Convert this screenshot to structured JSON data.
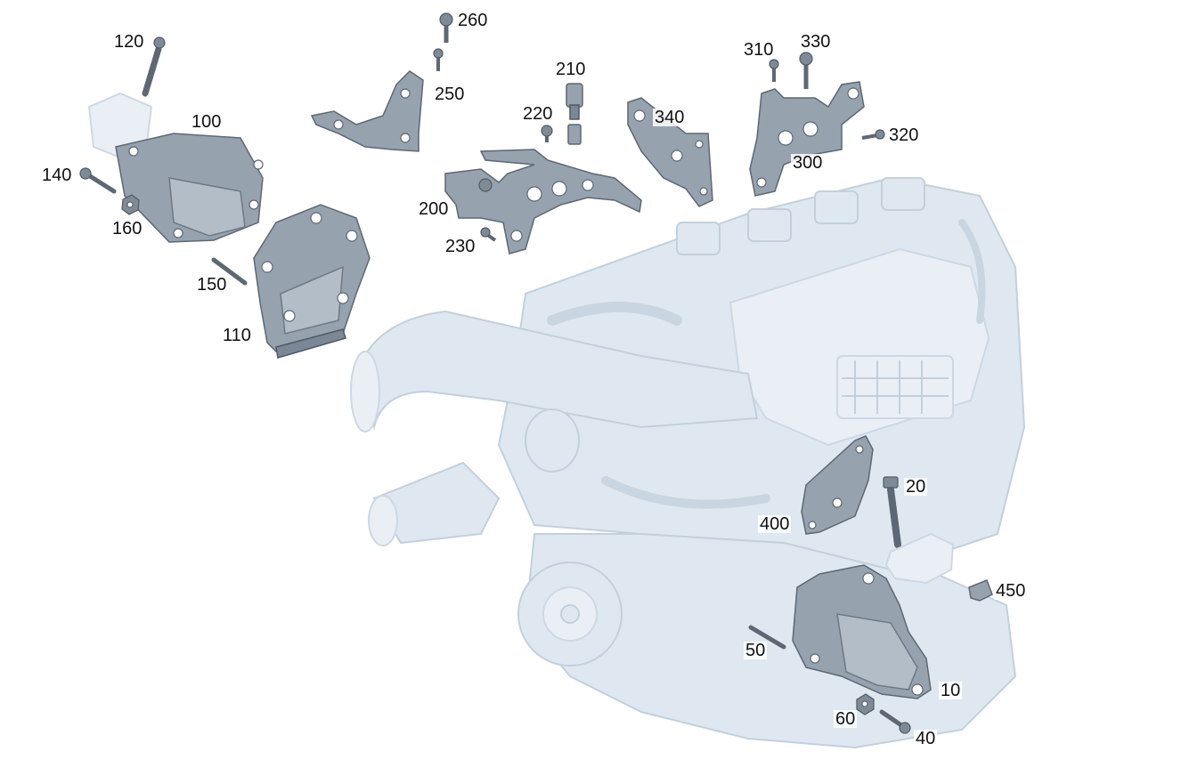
{
  "callouts": {
    "c10": "10",
    "c20": "20",
    "c40": "40",
    "c50": "50",
    "c60": "60",
    "c100": "100",
    "c110": "110",
    "c120": "120",
    "c140": "140",
    "c150": "150",
    "c160": "160",
    "c200": "200",
    "c210": "210",
    "c220": "220",
    "c230": "230",
    "c250": "250",
    "c260": "260",
    "c300": "300",
    "c310": "310",
    "c320": "320",
    "c330": "330",
    "c340": "340",
    "c400": "400",
    "c450": "450"
  },
  "colors": {
    "part_dark": "#7b8794",
    "engine_ghost": "#dfe8f0",
    "background": "#ffffff"
  },
  "icons": {
    "engine": "engine-block-illustration",
    "bolt": "bolt-icon",
    "nut": "nut-icon",
    "bracket": "bracket-icon",
    "mount": "engine-mount-icon"
  }
}
